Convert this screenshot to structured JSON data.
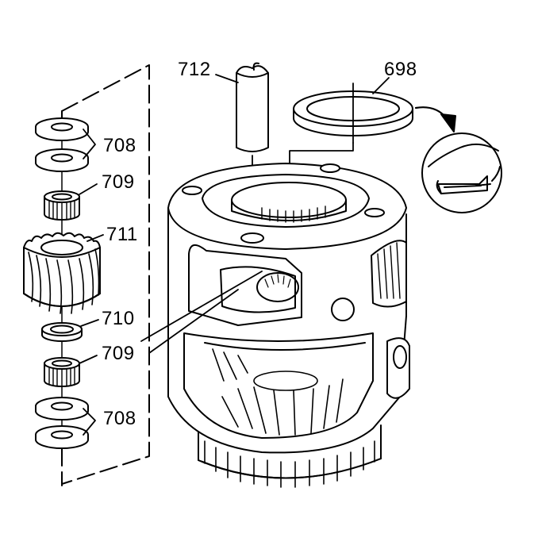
{
  "diagram": {
    "callouts": {
      "c712": "712",
      "c698": "698",
      "c708_upper": "708",
      "c709_upper": "709",
      "c711": "711",
      "c710": "710",
      "c709_lower": "709",
      "c708_lower": "708"
    },
    "colors": {
      "line": "#000000",
      "background": "#ffffff",
      "shade": "#d8d8d8"
    }
  }
}
